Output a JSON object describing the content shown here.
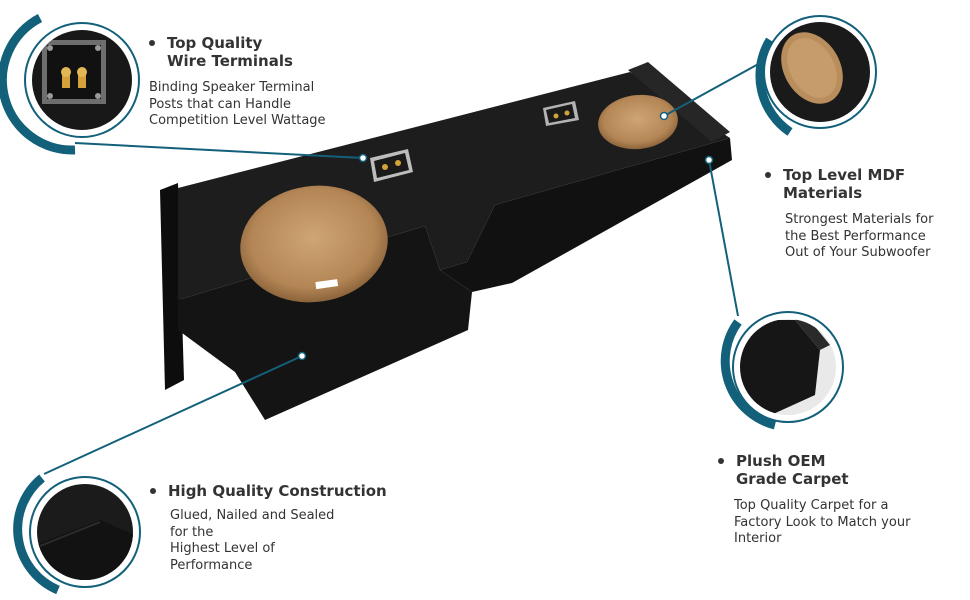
{
  "features": [
    {
      "title_lines": [
        "Top Quality",
        "Wire Terminals"
      ],
      "desc_lines": [
        "Binding Speaker Terminal",
        "Posts that can Handle",
        "Competition Level Wattage"
      ]
    },
    {
      "title_lines": [
        "Top Level MDF Materials"
      ],
      "desc_lines": [
        "Strongest Materials for",
        "the Best Performance",
        "Out of  Your Subwoofer"
      ]
    },
    {
      "title_lines": [
        "Plush OEM",
        "Grade Carpet"
      ],
      "desc_lines": [
        "Top Quality Carpet for a",
        "Factory Look to Match your",
        "Interior"
      ]
    },
    {
      "title_lines": [
        "High Quality Construction"
      ],
      "desc_lines": [
        "Glued, Nailed and Sealed",
        "for the",
        "Highest Level of",
        "Performance"
      ]
    }
  ],
  "colors": {
    "accent_teal": "#13607a",
    "carpet": "#161616",
    "mdf": "#b98e5c"
  }
}
